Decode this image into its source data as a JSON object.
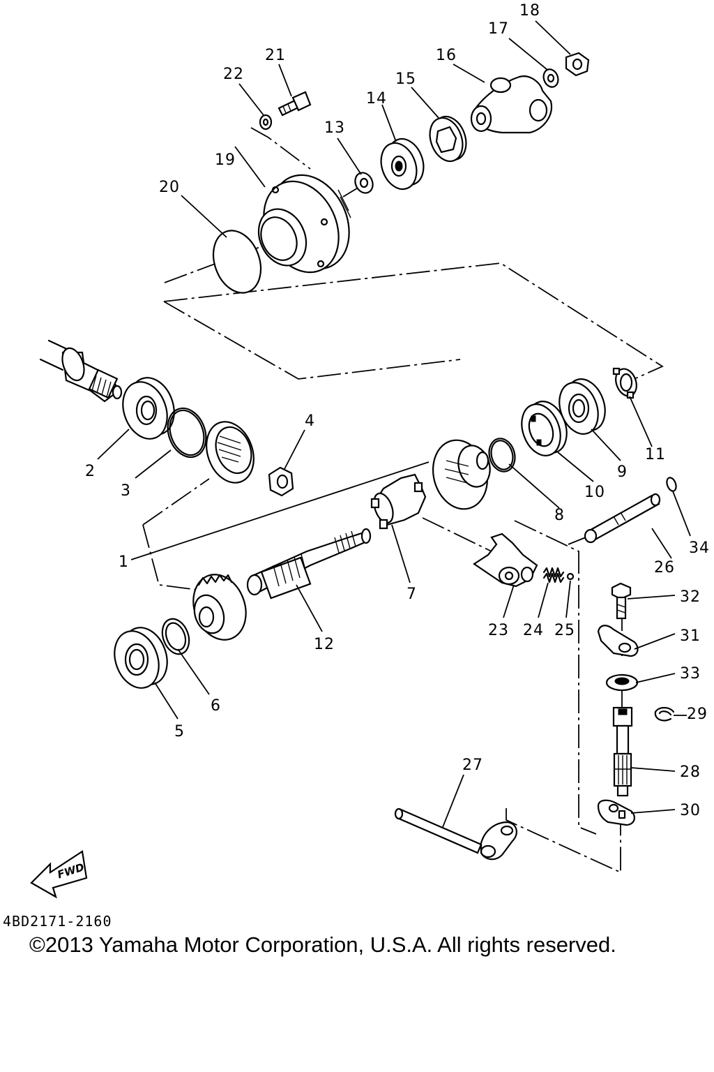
{
  "diagram": {
    "catalog_code": "4BD2171-2160",
    "copyright": "©2013 Yamaha Motor Corporation, U.S.A. All rights reserved.",
    "fwd_label": "FWD",
    "callouts": [
      "1",
      "2",
      "3",
      "4",
      "5",
      "6",
      "7",
      "8",
      "9",
      "10",
      "11",
      "12",
      "13",
      "14",
      "15",
      "16",
      "17",
      "18",
      "19",
      "20",
      "21",
      "22",
      "23",
      "24",
      "25",
      "26",
      "27",
      "28",
      "29",
      "30",
      "31",
      "32",
      "33",
      "34"
    ]
  }
}
